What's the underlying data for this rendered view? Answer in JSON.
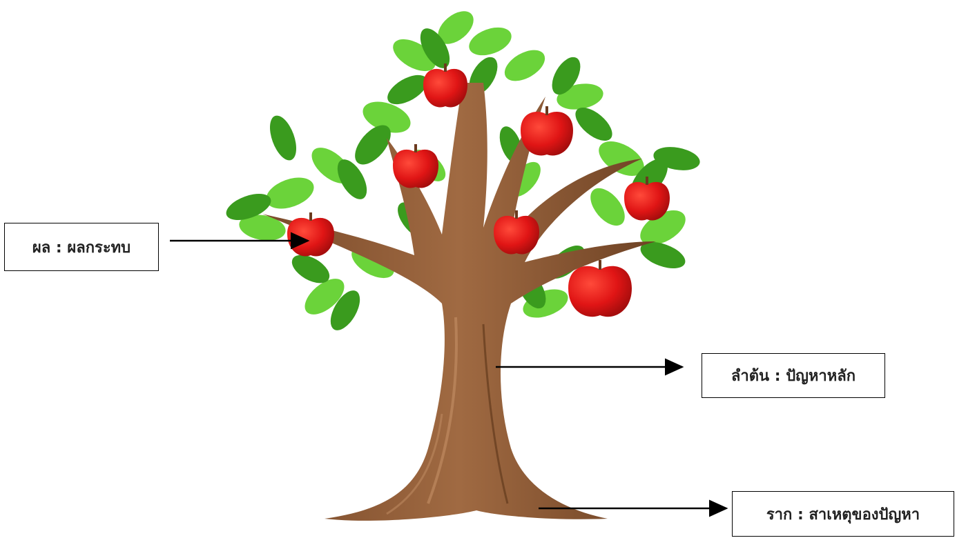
{
  "labels": {
    "fruit": "ผล : ผลกระทบ",
    "trunk": "ลำต้น : ปัญหาหลัก",
    "root": "ราก : สาเหตุของปัญหา"
  },
  "colors": {
    "trunk": "#8b5a36",
    "trunk_light": "#b27d52",
    "leaf_dark": "#3a9b1e",
    "leaf_light": "#6bd33a",
    "apple": "#e01515",
    "arrow": "#000000"
  },
  "icons": [
    "apple-icon",
    "leaf-icon",
    "arrow-icon"
  ]
}
